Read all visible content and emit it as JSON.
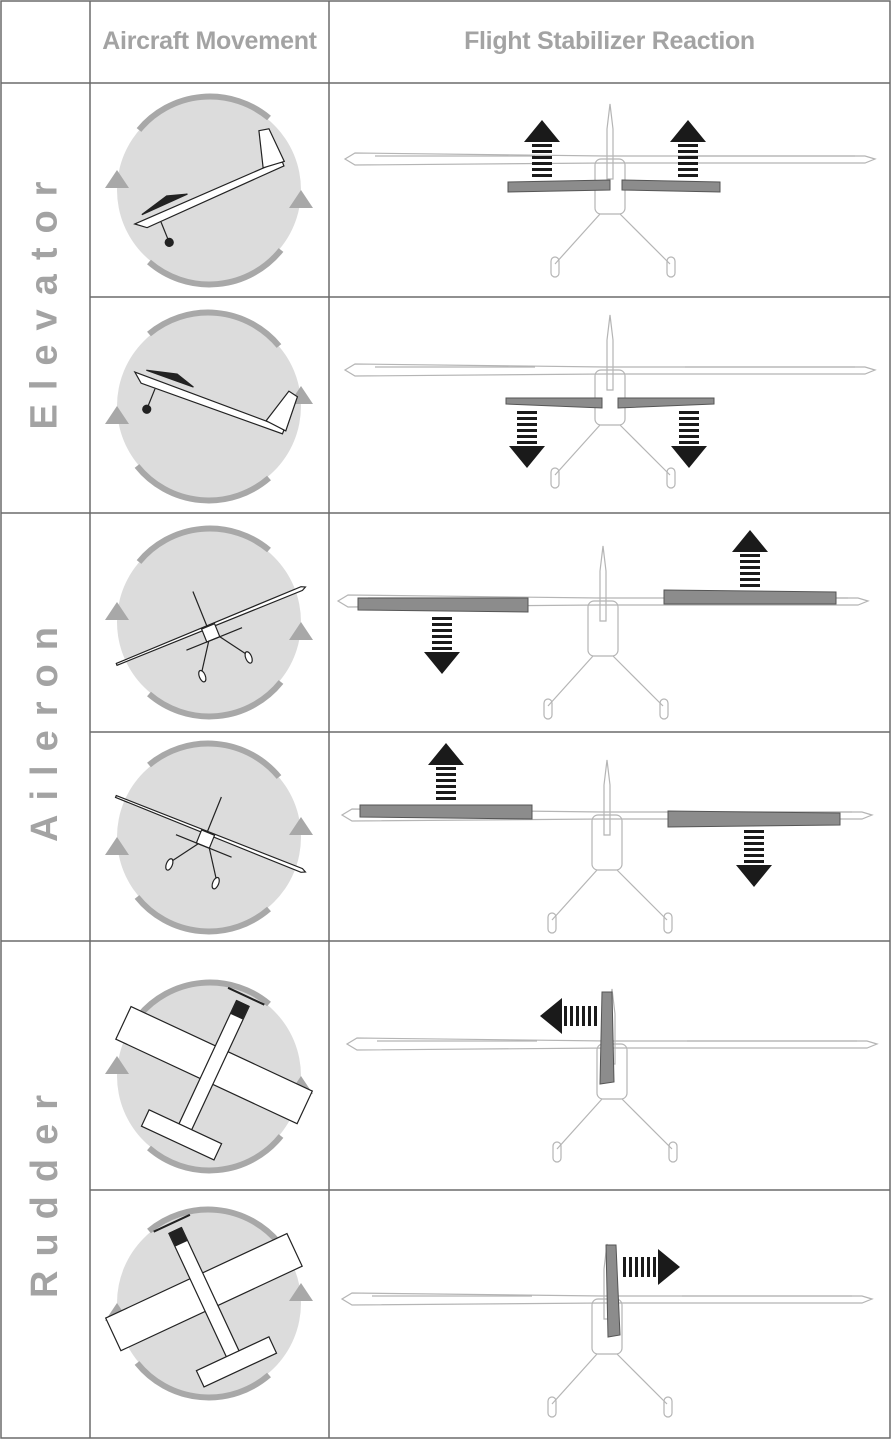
{
  "headers": {
    "corner": "",
    "movement": "Aircraft Movement",
    "reaction": "Flight Stabilizer Reaction"
  },
  "groups": [
    {
      "label": "Elevator"
    },
    {
      "label": "Aileron"
    },
    {
      "label": "Rudder"
    }
  ],
  "colors": {
    "grid": "#6b6b6b",
    "circle": "#dcdcdc",
    "arrow_grey": "#a8a8a8",
    "surface": "#8c8c8c",
    "arrow": "#1a1a1a",
    "label": "#a3a3a3"
  }
}
